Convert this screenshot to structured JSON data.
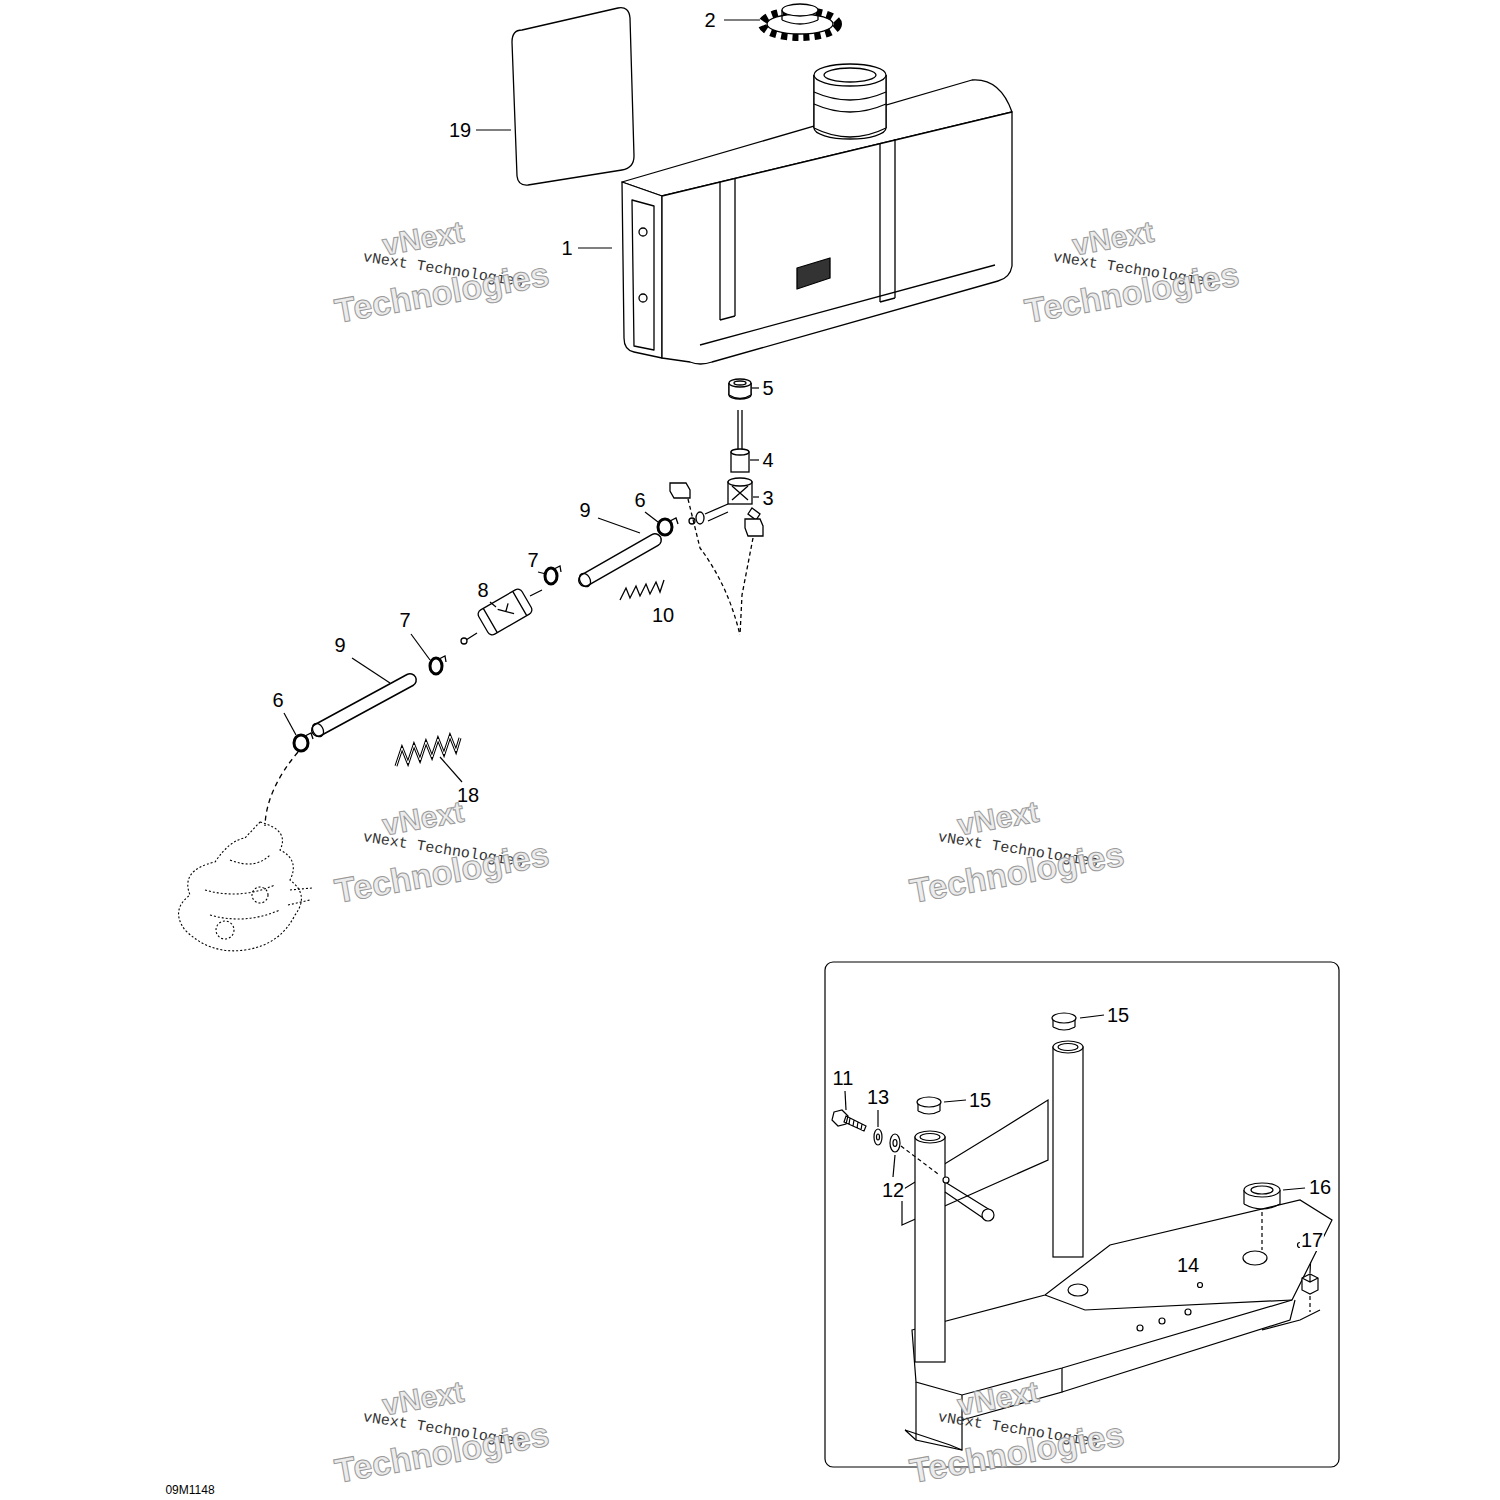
{
  "diagram": {
    "labels": [
      "2",
      "19",
      "1",
      "5",
      "4",
      "3",
      "9",
      "6",
      "7",
      "8",
      "10",
      "9",
      "7",
      "6",
      "18",
      "15",
      "15",
      "11",
      "13",
      "12",
      "16",
      "17",
      "14",
      "09M1148",
      "vNext",
      "vNext Technologies",
      "Technologies",
      "vNext",
      "vNext Technologies",
      "Technologies",
      "vNext",
      "vNext Technologies",
      "Technologies",
      "vNext",
      "vNext Technologies",
      "Technologies",
      "vNext",
      "vNext Technologies",
      "Technologies",
      "vNext",
      "vNext Technologies",
      "Technologies"
    ]
  }
}
